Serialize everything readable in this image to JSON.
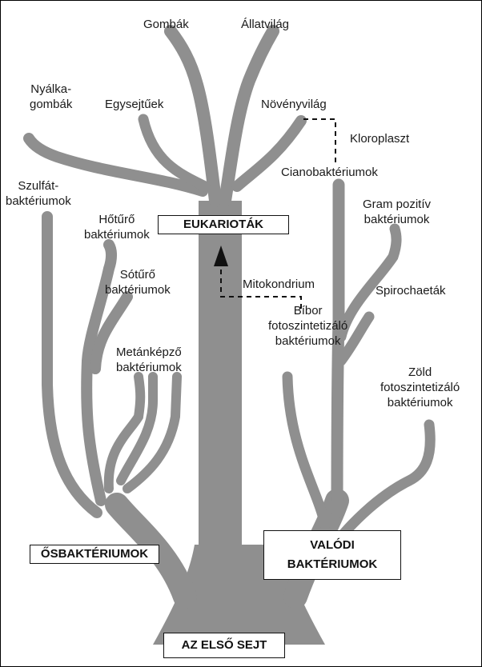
{
  "colors": {
    "branch": "#8f8f8f",
    "line": "#111111"
  },
  "groups": {
    "eukaryotes": "EUKARIOTÁK",
    "archaea": "ŐSBAKTÉRIUMOK",
    "bacteria": [
      "VALÓDI",
      "BAKTÉRIUMOK"
    ],
    "root": "AZ ELSŐ SEJT"
  },
  "taxa": {
    "fungi": "Gombák",
    "animals": "Állatvilág",
    "slime_molds": [
      "Nyálka-",
      "gombák"
    ],
    "protists": "Egysejtűek",
    "plants": "Növényvilág",
    "sulfate": [
      "Szulfát-",
      "baktériumok"
    ],
    "thermophiles": [
      "Hőtűrő",
      "baktériumok"
    ],
    "halophiles": [
      "Sótűrő",
      "baktériumok"
    ],
    "methanogens": [
      "Metánképző",
      "baktériumok"
    ],
    "cyanobacteria": "Cianobaktériumok",
    "gram_positive": [
      "Gram pozitív",
      "baktériumok"
    ],
    "spirochaetes": "Spirochaeták",
    "purple": [
      "Bíbor",
      "fotoszintetizáló",
      "baktériumok"
    ],
    "green": [
      "Zöld",
      "fotoszintetizáló",
      "baktériumok"
    ]
  },
  "endosymbiosis": {
    "chloroplast": "Kloroplaszt",
    "mitochondrion": "Mitokondrium"
  }
}
